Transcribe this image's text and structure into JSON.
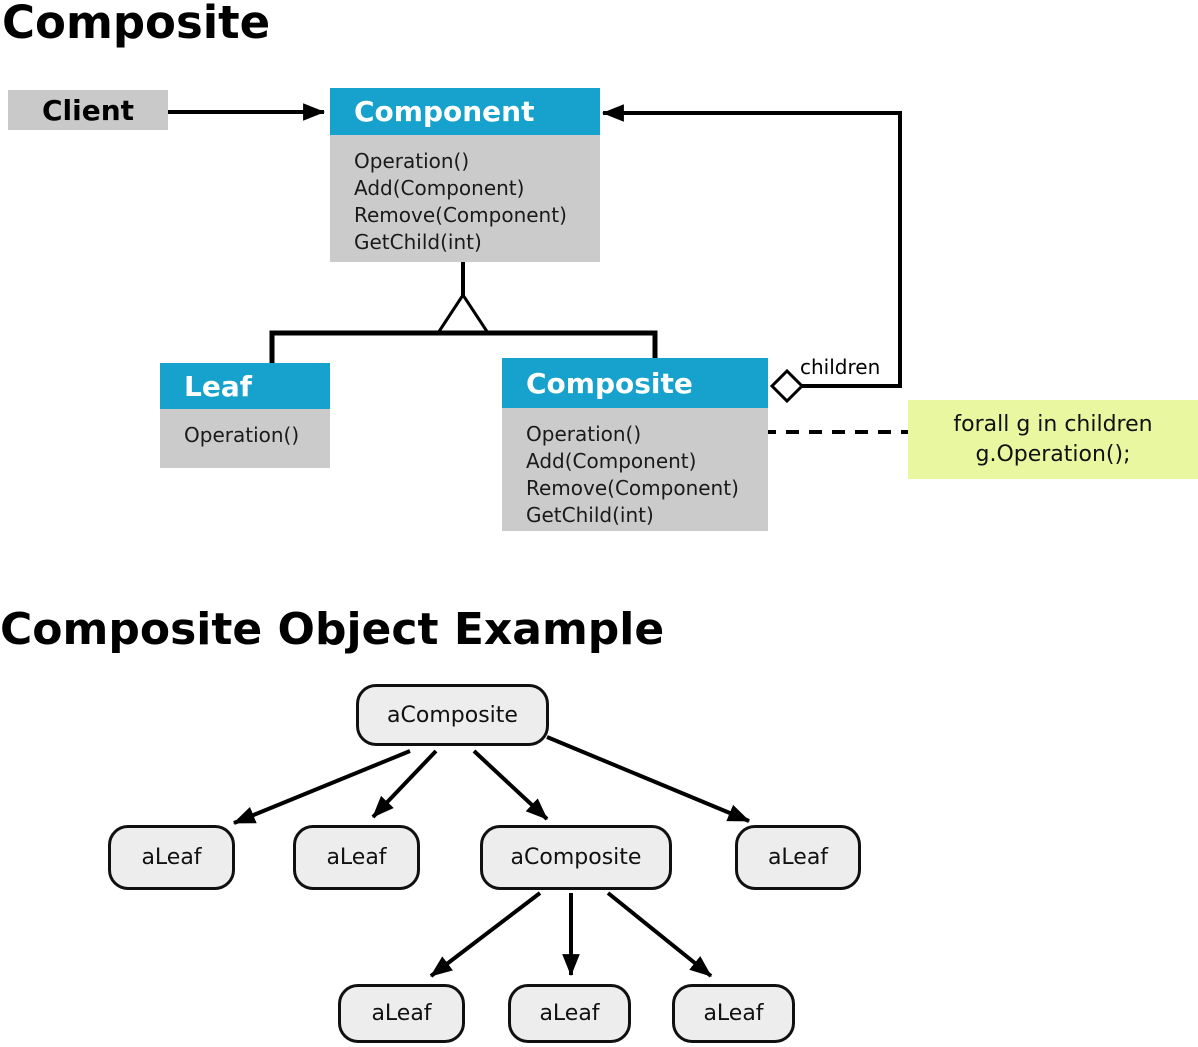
{
  "titles": {
    "pattern": "Composite",
    "example": "Composite Object Example"
  },
  "colors": {
    "class_header": "#16a2cc",
    "class_body": "#cbcbcb",
    "client_bg": "#c9c9c9",
    "note_bg": "#e9f7a1",
    "node_fill": "#ededed"
  },
  "uml": {
    "client": {
      "label": "Client"
    },
    "component": {
      "name": "Component",
      "methods": [
        "Operation()",
        "Add(Component)",
        "Remove(Component)",
        "GetChild(int)"
      ]
    },
    "leaf": {
      "name": "Leaf",
      "methods": [
        "Operation()"
      ]
    },
    "composite": {
      "name": "Composite",
      "methods": [
        "Operation()",
        "Add(Component)",
        "Remove(Component)",
        "GetChild(int)"
      ]
    },
    "aggregation_label": "children",
    "note": {
      "line1": "forall g in children",
      "line2": "g.Operation();"
    }
  },
  "tree": {
    "root": {
      "label": "aComposite"
    },
    "level2": [
      {
        "label": "aLeaf"
      },
      {
        "label": "aLeaf"
      },
      {
        "label": "aComposite"
      },
      {
        "label": "aLeaf"
      }
    ],
    "level3": [
      {
        "label": "aLeaf"
      },
      {
        "label": "aLeaf"
      },
      {
        "label": "aLeaf"
      }
    ]
  }
}
